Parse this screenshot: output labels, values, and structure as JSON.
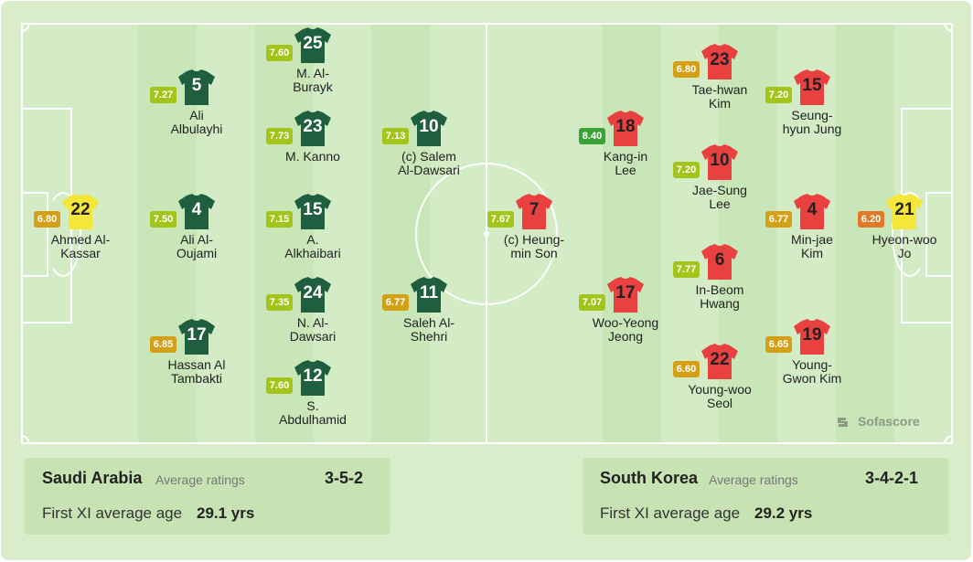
{
  "colors": {
    "home_shirt": "#1f5e3e",
    "away_shirt": "#e94040",
    "home_gk_shirt": "#f5e63a",
    "away_gk_shirt": "#f5e63a",
    "pitch": "#d3ecc5",
    "stripe": "#c9e6b8"
  },
  "home": {
    "team": "Saudi Arabia",
    "avg_label": "Average ratings",
    "formation": "3-5-2",
    "age_label": "First XI average age",
    "age_value": "29.1 yrs",
    "players": [
      {
        "number": "22",
        "name1": "Ahmed Al-",
        "name2": "Kassar",
        "rating": "6.80",
        "rating_color": "#d4a017",
        "gk": true
      },
      {
        "number": "5",
        "name1": "Ali",
        "name2": "Albulayhi",
        "rating": "7.27",
        "rating_color": "#a3c41a"
      },
      {
        "number": "4",
        "name1": "Ali Al-",
        "name2": "Oujami",
        "rating": "7.50",
        "rating_color": "#a3c41a"
      },
      {
        "number": "17",
        "name1": "Hassan Al",
        "name2": "Tambakti",
        "rating": "6.85",
        "rating_color": "#d4a017"
      },
      {
        "number": "25",
        "name1": "M. Al-",
        "name2": "Burayk",
        "rating": "7.60",
        "rating_color": "#a3c41a"
      },
      {
        "number": "23",
        "name1": "M. Kanno",
        "name2": "",
        "rating": "7.73",
        "rating_color": "#a3c41a"
      },
      {
        "number": "15",
        "name1": "A.",
        "name2": "Alkhaibari",
        "rating": "7.15",
        "rating_color": "#a3c41a"
      },
      {
        "number": "24",
        "name1": "N. Al-",
        "name2": "Dawsari",
        "rating": "7.35",
        "rating_color": "#a3c41a"
      },
      {
        "number": "12",
        "name1": "S.",
        "name2": "Abdulhamid",
        "rating": "7.60",
        "rating_color": "#a3c41a"
      },
      {
        "number": "10",
        "name1": "(c) Salem",
        "name2": "Al-Dawsari",
        "rating": "7.13",
        "rating_color": "#a3c41a"
      },
      {
        "number": "11",
        "name1": "Saleh Al-",
        "name2": "Shehri",
        "rating": "6.77",
        "rating_color": "#d4a017"
      }
    ]
  },
  "away": {
    "team": "South Korea",
    "avg_label": "Average ratings",
    "formation": "3-4-2-1",
    "age_label": "First XI average age",
    "age_value": "29.2 yrs",
    "players": [
      {
        "number": "7",
        "name1": "(c) Heung-",
        "name2": "min Son",
        "rating": "7.67",
        "rating_color": "#a3c41a"
      },
      {
        "number": "18",
        "name1": "Kang-in",
        "name2": "Lee",
        "rating": "8.40",
        "rating_color": "#3aa335"
      },
      {
        "number": "17",
        "name1": "Woo-Yeong",
        "name2": "Jeong",
        "rating": "7.07",
        "rating_color": "#a3c41a"
      },
      {
        "number": "23",
        "name1": "Tae-hwan",
        "name2": "Kim",
        "rating": "6.80",
        "rating_color": "#d4a017"
      },
      {
        "number": "10",
        "name1": "Jae-Sung",
        "name2": "Lee",
        "rating": "7.20",
        "rating_color": "#a3c41a"
      },
      {
        "number": "6",
        "name1": "In-Beom",
        "name2": "Hwang",
        "rating": "7.77",
        "rating_color": "#a3c41a"
      },
      {
        "number": "22",
        "name1": "Young-woo",
        "name2": "Seol",
        "rating": "6.60",
        "rating_color": "#d4a017"
      },
      {
        "number": "15",
        "name1": "Seung-",
        "name2": "hyun Jung",
        "rating": "7.20",
        "rating_color": "#a3c41a"
      },
      {
        "number": "4",
        "name1": "Min-jae",
        "name2": "Kim",
        "rating": "6.77",
        "rating_color": "#d4a017"
      },
      {
        "number": "19",
        "name1": "Young-",
        "name2": "Gwon Kim",
        "rating": "6.65",
        "rating_color": "#d4a017"
      },
      {
        "number": "21",
        "name1": "Hyeon-woo",
        "name2": "Jo",
        "rating": "6.20",
        "rating_color": "#e07a2a",
        "gk": true
      }
    ]
  },
  "brand": "Sofascore"
}
